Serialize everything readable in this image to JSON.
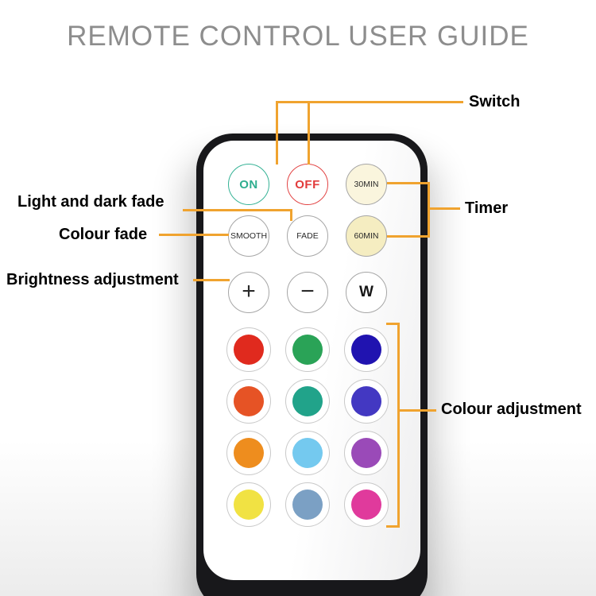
{
  "title": "REMOTE CONTROL USER GUIDE",
  "accent_color": "#f0a32f",
  "annotations": {
    "switch": "Switch",
    "light_and_dark_fade": "Light and dark fade",
    "colour_fade": "Colour fade",
    "brightness_adjustment": "Brightness adjustment",
    "timer": "Timer",
    "colour_adjustment": "Colour adjustment"
  },
  "remote": {
    "on_label": "ON",
    "off_label": "OFF",
    "timer30_label": "30MIN",
    "smooth_label": "SMOOTH",
    "fade_label": "FADE",
    "timer60_label": "60MIN",
    "plus_label": "+",
    "minus_label": "−",
    "white_label": "W",
    "color_buttons": [
      {
        "name": "red",
        "hex": "#e02a1e"
      },
      {
        "name": "green",
        "hex": "#2aa357"
      },
      {
        "name": "dark-blue",
        "hex": "#2013b0"
      },
      {
        "name": "orange-red",
        "hex": "#e65325"
      },
      {
        "name": "teal",
        "hex": "#21a38a"
      },
      {
        "name": "blue-violet",
        "hex": "#4338c2"
      },
      {
        "name": "orange",
        "hex": "#ee8d1e"
      },
      {
        "name": "sky-blue",
        "hex": "#74c9ef"
      },
      {
        "name": "purple",
        "hex": "#9a4ab8"
      },
      {
        "name": "yellow",
        "hex": "#f1e243"
      },
      {
        "name": "steel-blue",
        "hex": "#7ba0c4"
      },
      {
        "name": "magenta",
        "hex": "#e03a9c"
      }
    ]
  }
}
